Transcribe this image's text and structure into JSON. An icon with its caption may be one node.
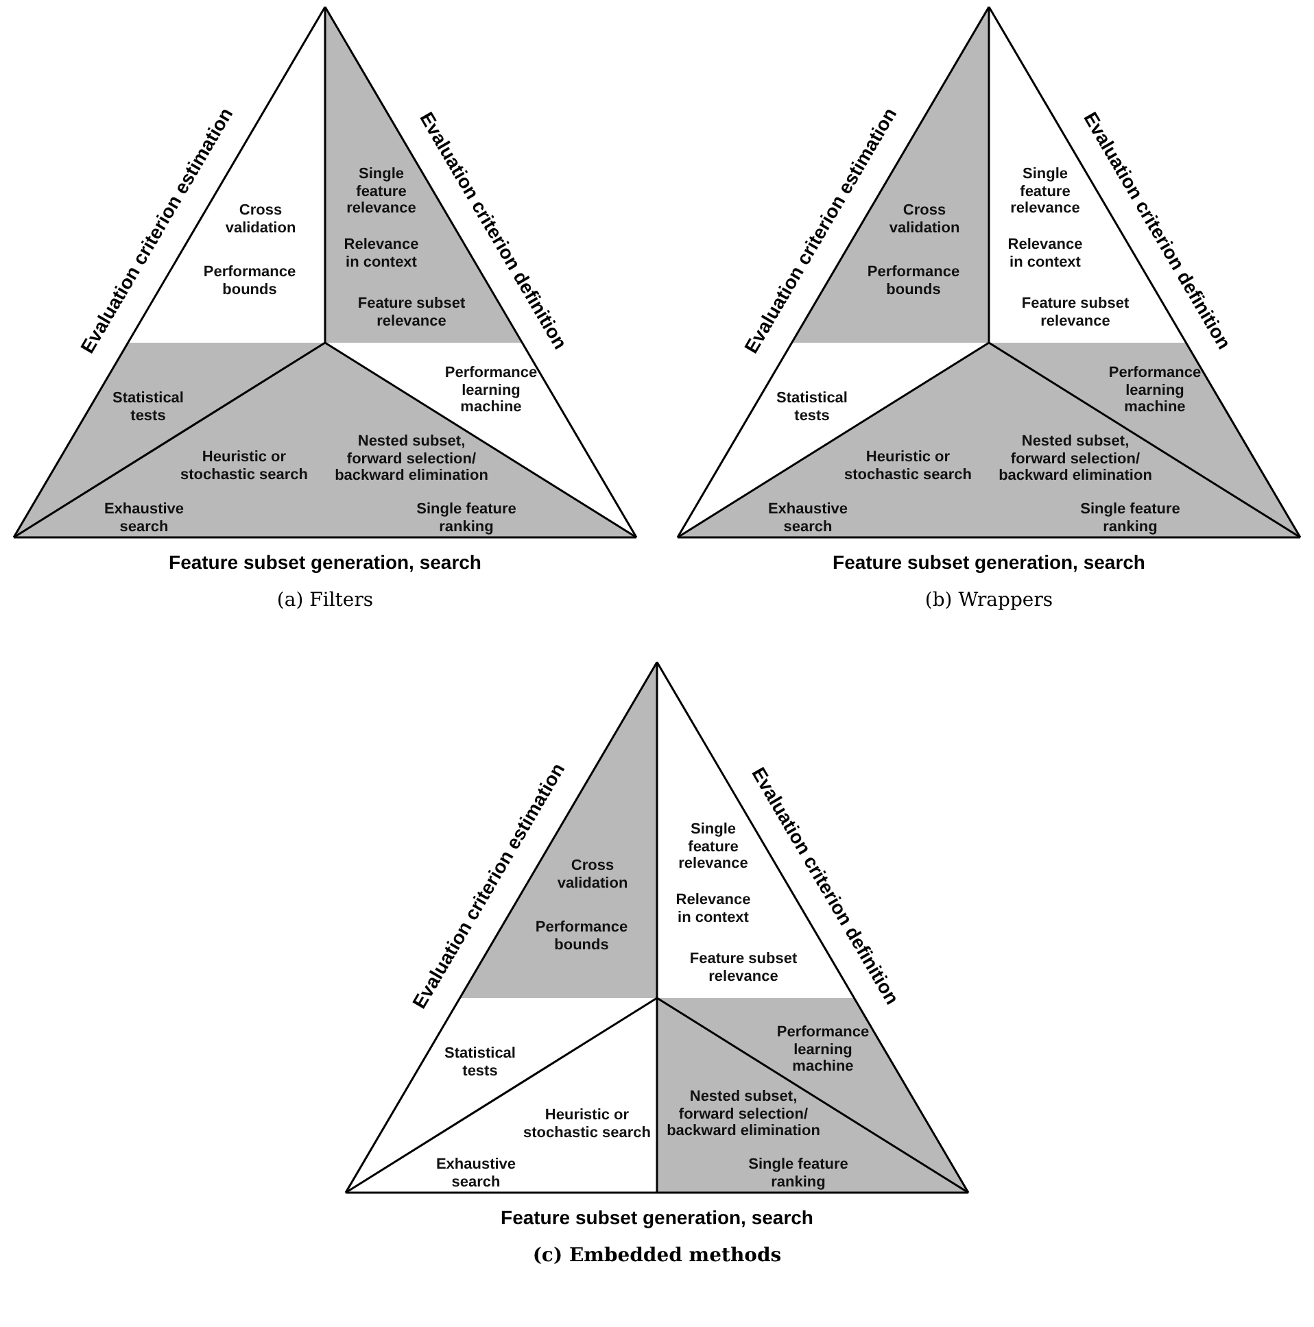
{
  "diagram": {
    "nodes": [
      {
        "text": [
          "Evaluation criterion estimation",
          "Evaluation criterion definition",
          "Cross validation",
          "Performance bounds",
          "Single feature relevance",
          "Relevance in context",
          "Feature subset relevance",
          "Statistical tests",
          "Performance learning machine",
          "Heuristic or stochastic search",
          "Nested subset, forward selection/ backward elimination",
          "Exhaustive search",
          "Single feature ranking",
          "Feature subset generation, search"
        ]
      },
      {
        "text": [
          "Evaluation criterion estimation",
          "Evaluation criterion definition",
          "Cross validation",
          "Performance bounds",
          "Single feature relevance",
          "Relevance in context",
          "Feature subset relevance",
          "Statistical tests",
          "Performance learning machine",
          "Heuristic or stochastic search",
          "Nested subset, forward selection/ backward elimination",
          "Exhaustive search",
          "Single feature ranking",
          "Feature subset generation, search"
        ]
      },
      {
        "text": [
          "Evaluation criterion estimation",
          "Evaluation criterion definition",
          "Cross validation",
          "Performance bounds",
          "Single feature relevance",
          "Relevance in context",
          "Feature subset relevance",
          "Statistical tests",
          "Performance learning machine",
          "Heuristic or stochastic search",
          "Nested subset, forward selection/ backward elimination",
          "Exhaustive search",
          "Single feature ranking",
          "Feature subset generation, search"
        ]
      }
    ],
    "edges": [],
    "labels": [
      "(a) Filters",
      "(b) Wrappers",
      "(c) Embedded methods"
    ]
  }
}
